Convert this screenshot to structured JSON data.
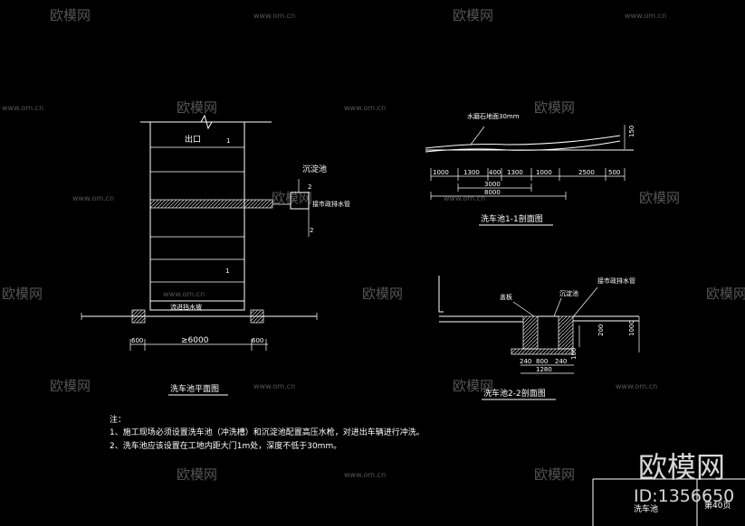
{
  "watermark": {
    "brand": "欧模网",
    "url": "www.om.cn"
  },
  "plan": {
    "exit_label": "出口",
    "section_mark": "1",
    "sediment_label": "沉淀池",
    "drain_label": "接市政排水管",
    "section_mark_2": "2",
    "slope_label": "流进挡水坡",
    "dim_left": "600",
    "dim_mid": "≥6000",
    "dim_right": "600",
    "title": "洗车池平面图"
  },
  "section11": {
    "note": "水磨石地面30mm",
    "height_dim": "150",
    "dims": [
      "1000",
      "1300",
      "400",
      "1300",
      "1000",
      "2500",
      "500"
    ],
    "subtotal": "3000",
    "total": "8000",
    "title": "洗车池1-1剖面图"
  },
  "section22": {
    "cover_label": "盖板",
    "tank_label": "沉淀池",
    "drain_label": "接市政排水管",
    "dims_bottom": [
      "240",
      "800",
      "240"
    ],
    "total": "1280",
    "height_200": "200",
    "height_100": "100",
    "height_1000": "1000",
    "title": "洗车池2-2剖面图"
  },
  "notes": {
    "heading": "注：",
    "line1": "1、施工现场必须设置洗车池（冲洗槽）和沉淀池配置高压水枪，对进出车辆进行冲洗。",
    "line2": "2、洗车池应该设置在工地内距大门1m处，深度不低于30mm。"
  },
  "titleblock": {
    "logo": "欧模网",
    "id": "ID:1356650",
    "name": "洗车池",
    "page": "第40页"
  }
}
